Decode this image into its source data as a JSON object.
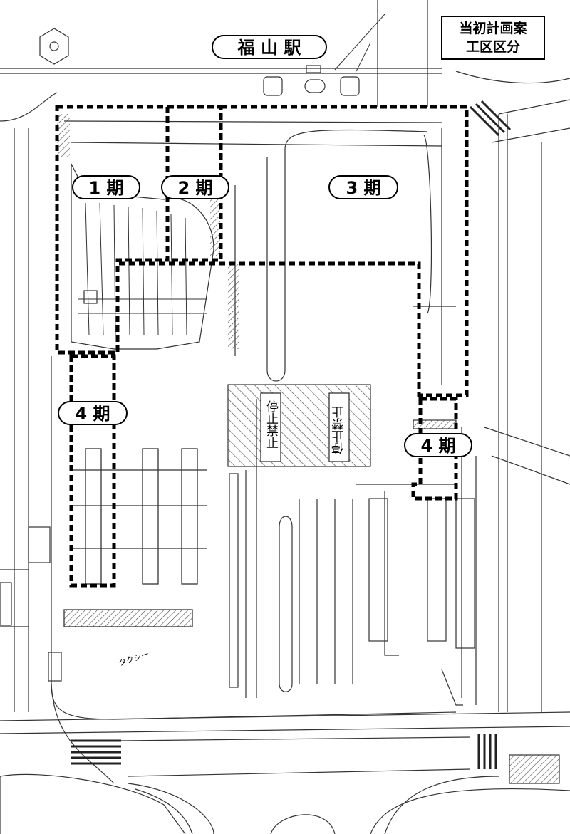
{
  "title_box": {
    "line1": "当初計画案",
    "line2": "工区区分"
  },
  "station_label": "福 山 駅",
  "phases": {
    "phase1": "1 期",
    "phase2": "2 期",
    "phase3": "3 期",
    "phase4_west": "4 期",
    "phase4_east": "4 期"
  },
  "no_stopping_left": "停止禁止",
  "no_stopping_right": "停止禁止",
  "small_labels": {
    "taxi": "タクシー"
  }
}
